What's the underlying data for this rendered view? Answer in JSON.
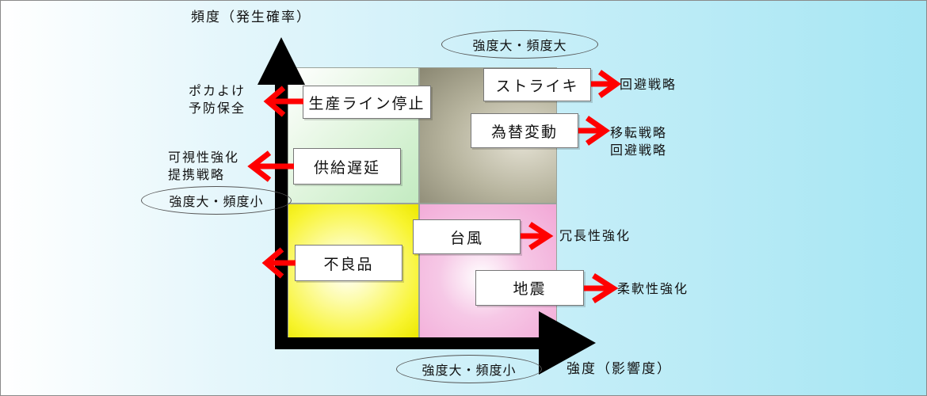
{
  "y_axis_label": "頻度（発生確率）",
  "x_axis_label": "強度（影響度）",
  "quadrant_labels": {
    "high_high": "強度大・頻度大",
    "high_low_left": "強度大・頻度小",
    "high_low_bottom": "強度大・頻度小"
  },
  "risks": {
    "line_stop": "生産ライン停止",
    "supply_delay": "供給遅延",
    "defect": "不良品",
    "strike": "ストライキ",
    "fx": "為替変動",
    "typhoon": "台風",
    "earthquake": "地震"
  },
  "strategies": {
    "line_stop": [
      "ポカよけ",
      "予防保全"
    ],
    "supply_delay": [
      "可視性強化",
      "提携戦略"
    ],
    "strike": [
      "回避戦略"
    ],
    "fx": [
      "移転戦略",
      "回避戦略"
    ],
    "typhoon": [
      "冗長性強化"
    ],
    "earthquake": [
      "柔軟性強化"
    ]
  },
  "colors": {
    "arrow": "#ff0000",
    "axis": "#000000",
    "q_top_left": "#c3ebc1",
    "q_top_right": "#8a8772",
    "q_bottom_left": "#f8f430",
    "q_bottom_right": "#f2a7d6"
  }
}
